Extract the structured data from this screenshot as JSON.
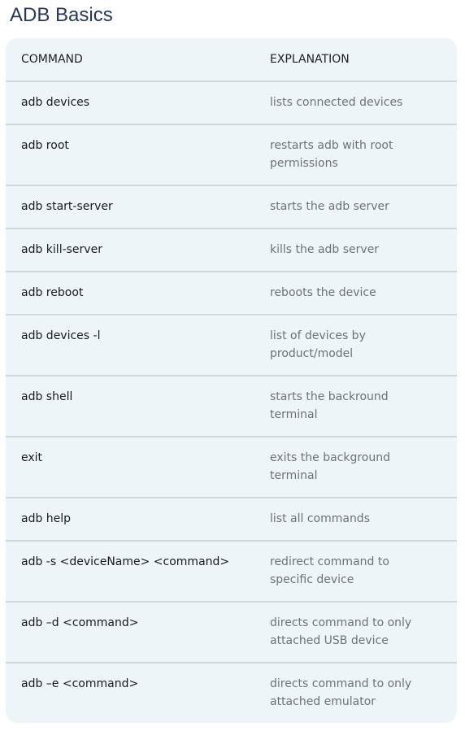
{
  "title": "ADB Basics",
  "table": {
    "headers": {
      "command": "COMMAND",
      "explanation": "EXPLANATION"
    },
    "rows": [
      {
        "command": "adb devices",
        "explanation": "lists connected devices"
      },
      {
        "command": "adb root",
        "explanation": "restarts adb with root permissions"
      },
      {
        "command": "adb start-server",
        "explanation": "starts the adb server"
      },
      {
        "command": "adb kill-server",
        "explanation": "kills the adb server"
      },
      {
        "command": "adb reboot",
        "explanation": "reboots the device"
      },
      {
        "command": "adb devices -l",
        "explanation": "list of devices by product/model"
      },
      {
        "command": "adb shell",
        "explanation": "starts the backround terminal"
      },
      {
        "command": "exit",
        "explanation": "exits the background terminal"
      },
      {
        "command": "adb help",
        "explanation": "list all commands"
      },
      {
        "command": "adb -s <deviceName> <command>",
        "explanation": "redirect command to specific device"
      },
      {
        "command": "adb –d <command>",
        "explanation": "directs command to only attached USB device"
      },
      {
        "command": "adb –e <command>",
        "explanation": "directs command to only attached emulator"
      }
    ]
  }
}
